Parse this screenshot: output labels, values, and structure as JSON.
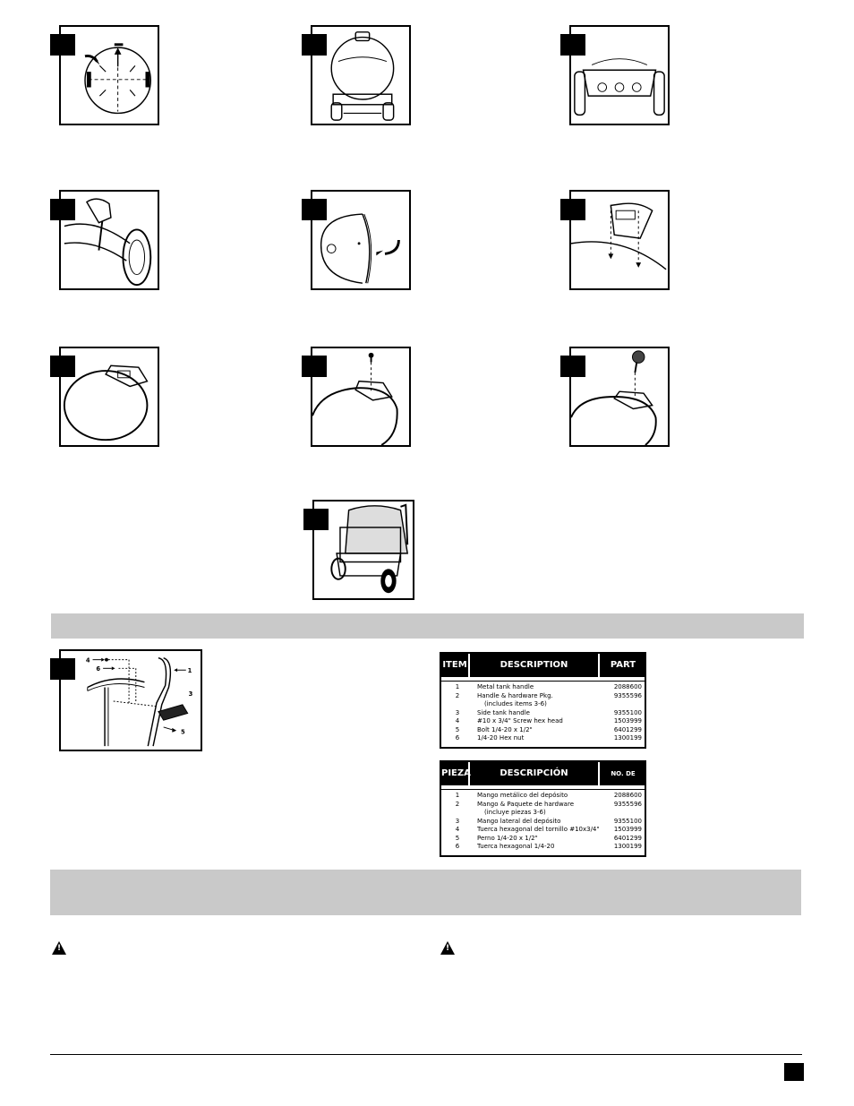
{
  "parts_table_en": {
    "headers": {
      "item": "ITEM",
      "description": "DESCRIPTION",
      "part_no": "PART NO."
    },
    "rows": [
      {
        "item": "1",
        "description": "Metal tank handle",
        "part_no": "2088600"
      },
      {
        "item": "2",
        "description": "Handle & hardware Pkg.",
        "part_no": "9355596"
      },
      {
        "item": "",
        "description": "(includes items 3-6)",
        "part_no": ""
      },
      {
        "item": "3",
        "description": "Side tank handle",
        "part_no": "9355100"
      },
      {
        "item": "4",
        "description": "#10 x 3/4\" Screw hex head",
        "part_no": "1503999"
      },
      {
        "item": "5",
        "description": "Bolt 1/4-20 x 1/2\"",
        "part_no": "6401299"
      },
      {
        "item": "6",
        "description": "1/4-20 Hex nut",
        "part_no": "1300199"
      }
    ]
  },
  "parts_table_es": {
    "headers": {
      "item": "PIEZA",
      "description": "DESCRIPCIÓN",
      "part_no": "NO. DE PARTE"
    },
    "rows": [
      {
        "item": "1",
        "description": "Mango metálico del depósito",
        "part_no": "2088600"
      },
      {
        "item": "2",
        "description": "Mango & Paquete de hardware",
        "part_no": "9355596"
      },
      {
        "item": "",
        "description": "(incluye piezas 3-6)",
        "part_no": ""
      },
      {
        "item": "3",
        "description": "Mango lateral del depósito",
        "part_no": "9355100"
      },
      {
        "item": "4",
        "description": "Tuerca hexagonal del tornillo #10x3/4\"",
        "part_no": "1503999"
      },
      {
        "item": "5",
        "description": "Perno 1/4-20 x 1/2\"",
        "part_no": "6401299"
      },
      {
        "item": "6",
        "description": "Tuerca hexagonal 1/4-20",
        "part_no": "1300199"
      }
    ]
  },
  "exploded_view_callouts": [
    "4",
    "6",
    "1",
    "3",
    "5"
  ],
  "warning_icons": [
    "warning-icon",
    "warning-icon"
  ],
  "colors": {
    "ink": "#000000",
    "band": "#c9c9c9",
    "paper": "#ffffff"
  }
}
